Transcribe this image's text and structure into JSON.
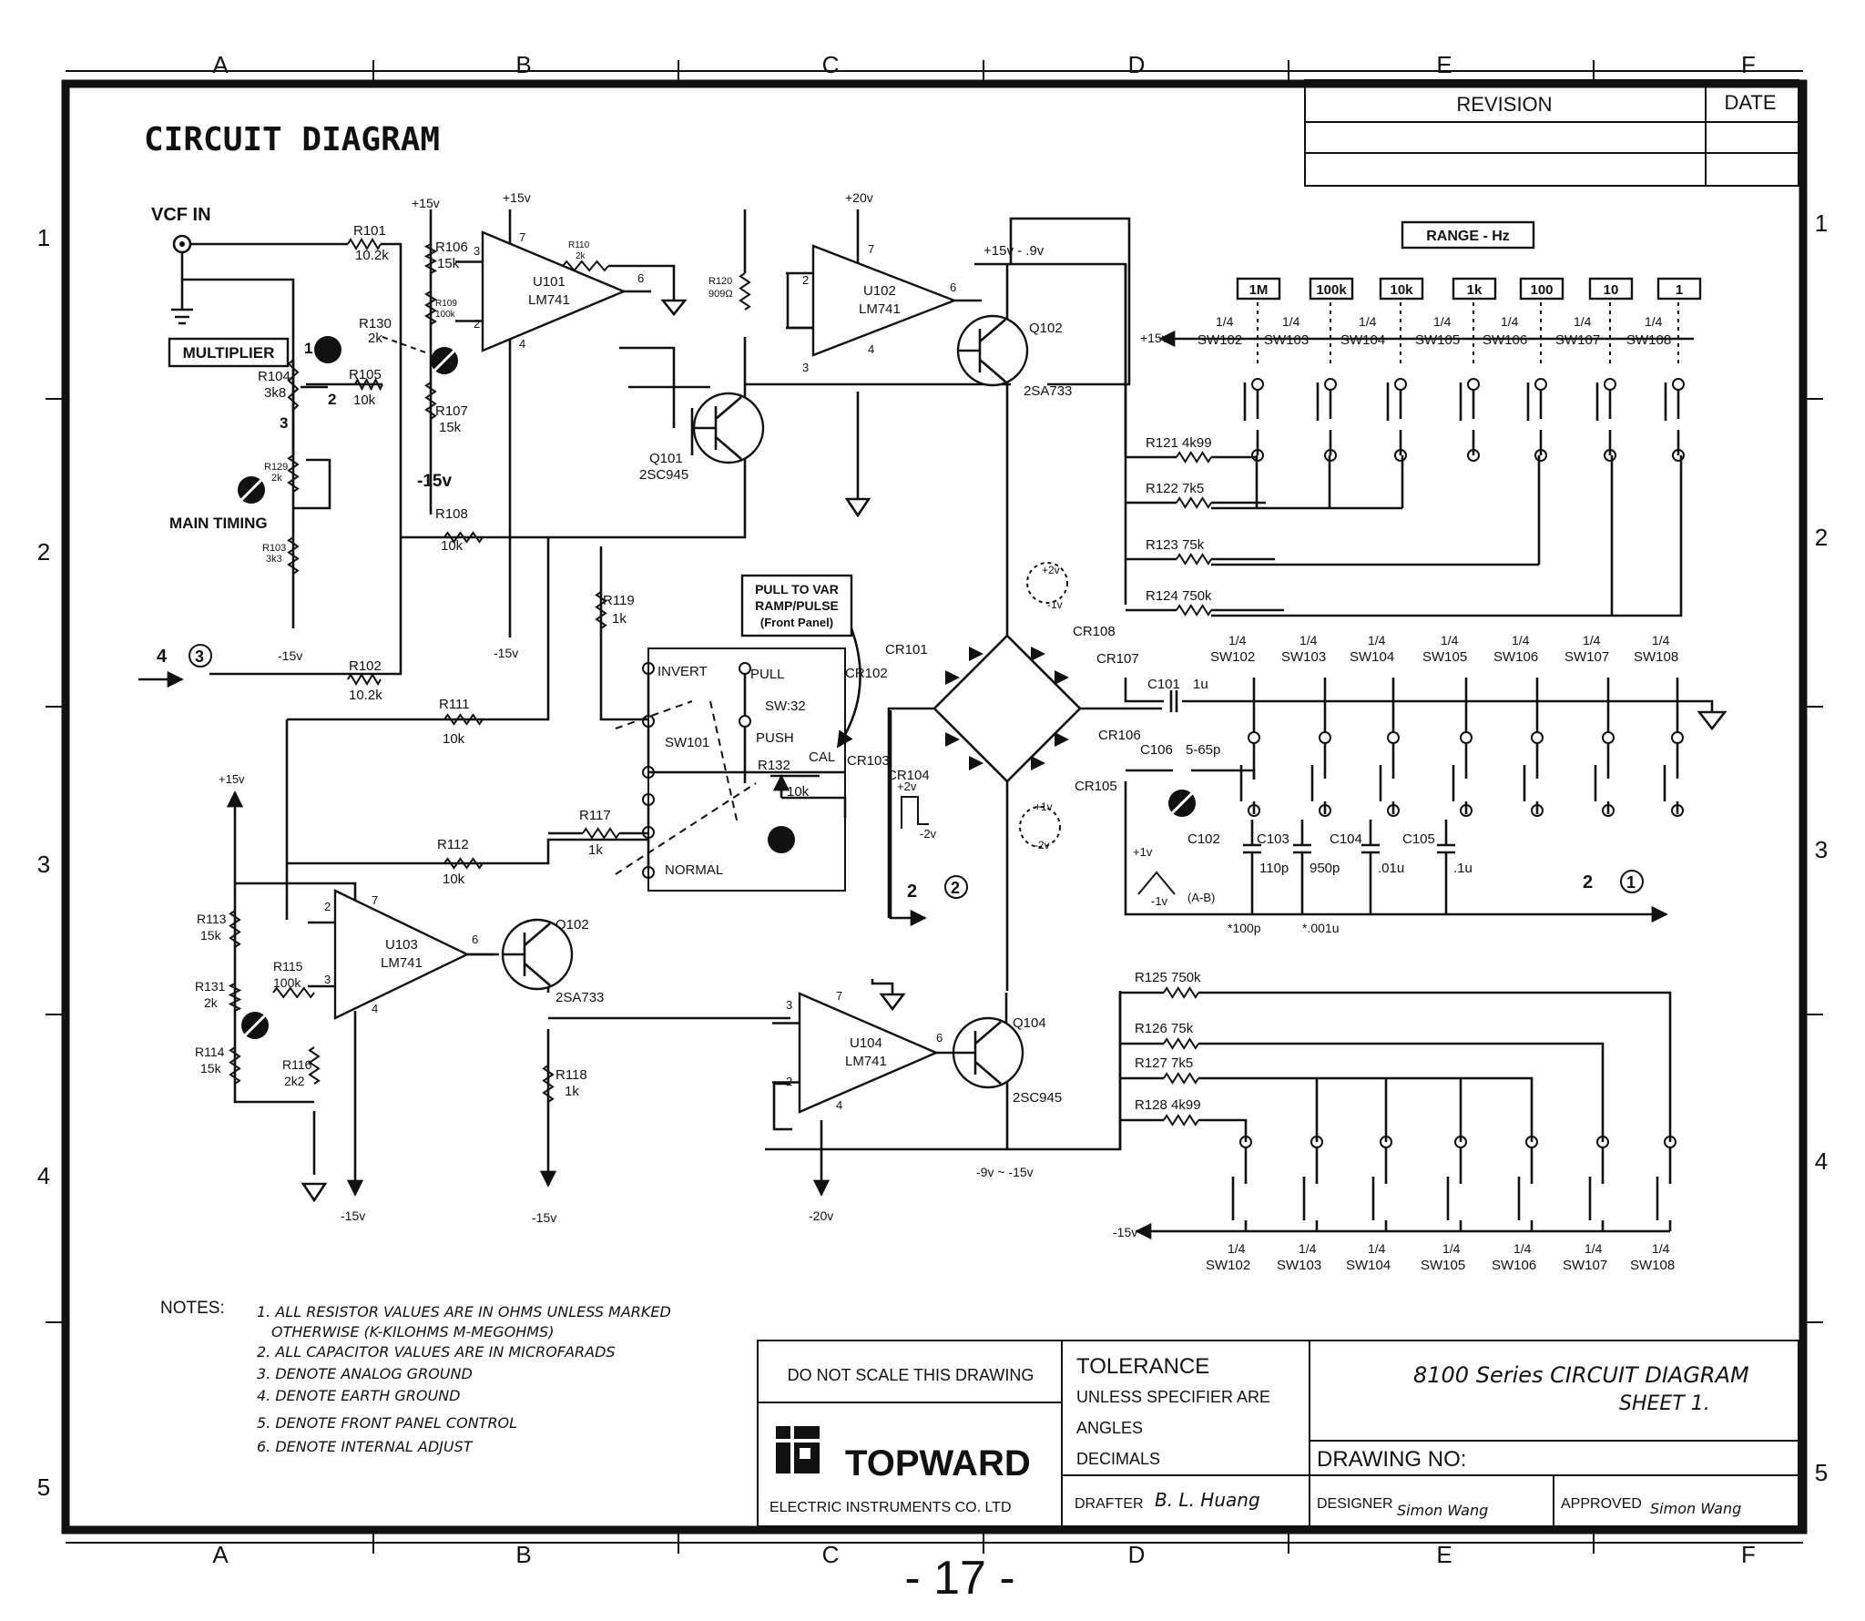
{
  "sheet": {
    "title": "CIRCUIT DIAGRAM",
    "page_number": "- 17 -",
    "col_refs": [
      "A",
      "B",
      "C",
      "D",
      "E",
      "F"
    ],
    "row_refs": [
      "1",
      "2",
      "3",
      "4",
      "5"
    ]
  },
  "revision_block": {
    "revision": "REVISION",
    "date": "DATE"
  },
  "title_block": {
    "no_scale": "DO NOT SCALE THIS DRAWING",
    "company": "TOPWARD",
    "company_sub": "ELECTRIC INSTRUMENTS CO. LTD",
    "tolerance": "TOLERANCE",
    "tolerance_sub": "UNLESS SPECIFIER ARE",
    "angles": "ANGLES",
    "decimals": "DECIMALS",
    "drafter": "DRAFTER",
    "drafter_sig": "B. L. Huang",
    "drawing_title": "8100 Series CIRCUIT DIAGRAM",
    "sheet_no": "SHEET 1.",
    "drawing_no": "DRAWING NO:",
    "designer": "DESIGNER",
    "designer_sig": "Simon Wang",
    "approved": "APPROVED",
    "approved_sig": "Simon Wang"
  },
  "notes": {
    "header": "NOTES:",
    "n1a": "1. ALL RESISTOR VALUES ARE IN OHMS UNLESS MARKED",
    "n1b": "OTHERWISE (K-KILOHMS M-MEGOHMS)",
    "n2": "2. ALL CAPACITOR VALUES ARE IN MICROFARADS",
    "n3": "3. DENOTE ANALOG GROUND",
    "n4": "4. DENOTE EARTH GROUND",
    "n5": "5. DENOTE FRONT PANEL CONTROL",
    "n6": "6. DENOTE INTERNAL ADJUST"
  },
  "labels": {
    "vcf_in": "VCF IN",
    "multiplier": "MULTIPLIER",
    "main_timing": "MAIN TIMING",
    "pull_to_var_1": "PULL TO VAR",
    "pull_to_var_2": "RAMP/PULSE",
    "pull_to_var_3": "(Front Panel)",
    "range_hz": "RANGE - Hz",
    "invert": "INVERT",
    "pull": "PULL",
    "push": "PUSH",
    "normal": "NORMAL",
    "cal": "CAL",
    "sw32": "SW:32",
    "sw101": "SW101",
    "v15p": "+15v",
    "v15n": "-15v",
    "v20p": "+20v",
    "v20n": "-20v",
    "rail_top": "+15v - .9v",
    "rail_bot": "-9v ~ -15v",
    "conn_4": "4",
    "conn_3": "3",
    "conn_2": "2",
    "conn_2b": "2",
    "conn_1": "1",
    "c_ab": "(A-B)",
    "p1v": "+1v",
    "m1v": "-1v",
    "p2v": "+2v",
    "m2v": "-2v"
  },
  "opamps": [
    {
      "ref": "U101",
      "part": "LM741"
    },
    {
      "ref": "U102",
      "part": "LM741"
    },
    {
      "ref": "U103",
      "part": "LM741"
    },
    {
      "ref": "U104",
      "part": "LM741"
    }
  ],
  "transistors": [
    {
      "ref": "Q101",
      "part": "2SC945"
    },
    {
      "ref": "Q102",
      "part": "2SA733"
    },
    {
      "ref": "Q102",
      "part": "2SA733"
    },
    {
      "ref": "Q104",
      "part": "2SC945"
    }
  ],
  "resistors": {
    "r101": [
      "R101",
      "10.2k"
    ],
    "r102": [
      "R102",
      "10.2k"
    ],
    "r103": [
      "R103",
      "3k3"
    ],
    "r104": [
      "R104",
      "3k8"
    ],
    "r105": [
      "R105",
      "10k"
    ],
    "r106": [
      "R106",
      "15k"
    ],
    "r107": [
      "R107",
      "15k"
    ],
    "r108": [
      "R108",
      "10k"
    ],
    "r109": [
      "R109",
      "100k"
    ],
    "r110": [
      "R110",
      "2k"
    ],
    "r111": [
      "R111",
      "10k"
    ],
    "r112": [
      "R112",
      "10k"
    ],
    "r113": [
      "R113",
      "15k"
    ],
    "r114": [
      "R114",
      "15k"
    ],
    "r115": [
      "R115",
      "100k"
    ],
    "r116": [
      "R116",
      "2k2"
    ],
    "r117": [
      "R117",
      "1k"
    ],
    "r118": [
      "R118",
      "1k"
    ],
    "r119": [
      "R119",
      "1k"
    ],
    "r120": [
      "R120",
      "909Ω"
    ],
    "r129": [
      "R129",
      "2k"
    ],
    "r130": [
      "R130",
      "2k"
    ],
    "r131": [
      "R131",
      "2k"
    ],
    "r132": [
      "R132",
      "10k"
    ]
  },
  "timing_resistors": [
    {
      "ref": "R121",
      "value": "4k99"
    },
    {
      "ref": "R122",
      "value": "7k5"
    },
    {
      "ref": "R123",
      "value": "75k"
    },
    {
      "ref": "R124",
      "value": "750k"
    },
    {
      "ref": "R125",
      "value": "750k"
    },
    {
      "ref": "R126",
      "value": "75k"
    },
    {
      "ref": "R127",
      "value": "7k5"
    },
    {
      "ref": "R128",
      "value": "4k99"
    }
  ],
  "capacitors": [
    {
      "ref": "C101",
      "value": "1u"
    },
    {
      "ref": "C106",
      "value": "5-65p"
    },
    {
      "ref": "C102",
      "value": "110p"
    },
    {
      "ref": "C103",
      "value": "950p"
    },
    {
      "ref": "C104",
      "value": ".01u"
    },
    {
      "ref": "C105",
      "value": ".1u"
    }
  ],
  "cap_notes": [
    "*100p",
    "*.001u"
  ],
  "diodes": [
    "CR101",
    "CR102",
    "CR103",
    "CR104",
    "CR105",
    "CR106",
    "CR107",
    "CR108"
  ],
  "ranges": [
    "1M",
    "100k",
    "10k",
    "1k",
    "100",
    "10",
    "1"
  ],
  "switch_decks": [
    "SW102",
    "SW103",
    "SW104",
    "SW105",
    "SW106",
    "SW107",
    "SW108"
  ],
  "switch_fraction": "1/4"
}
